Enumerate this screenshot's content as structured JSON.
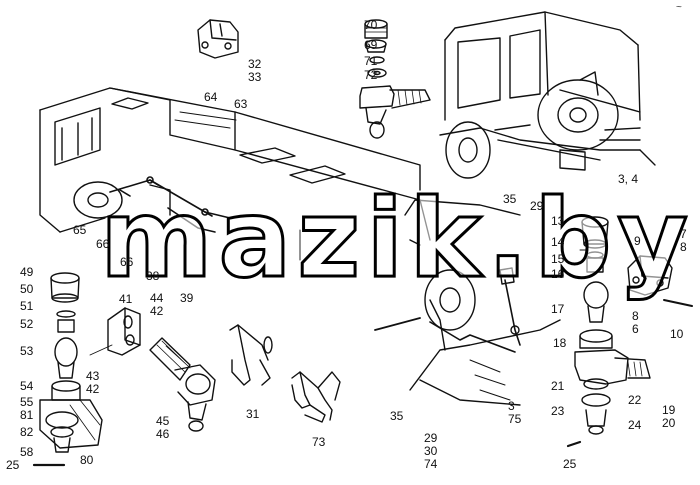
{
  "watermark": {
    "text": "mazik.by"
  },
  "top_right_mark": "~",
  "callouts": [
    {
      "id": "c70",
      "lines": [
        "70"
      ]
    },
    {
      "id": "c69",
      "lines": [
        "69"
      ]
    },
    {
      "id": "c71",
      "lines": [
        "71"
      ]
    },
    {
      "id": "c72",
      "lines": [
        "72"
      ]
    },
    {
      "id": "c32",
      "lines": [
        "32",
        "33"
      ]
    },
    {
      "id": "c64",
      "lines": [
        "64"
      ]
    },
    {
      "id": "c63",
      "lines": [
        "63"
      ]
    },
    {
      "id": "c34",
      "lines": [
        "3, 4"
      ]
    },
    {
      "id": "c65",
      "lines": [
        "65"
      ]
    },
    {
      "id": "c66a",
      "lines": [
        "66"
      ]
    },
    {
      "id": "c66b",
      "lines": [
        "66"
      ]
    },
    {
      "id": "c38",
      "lines": [
        "38"
      ]
    },
    {
      "id": "c39",
      "lines": [
        "39"
      ]
    },
    {
      "id": "c35a",
      "lines": [
        "35"
      ]
    },
    {
      "id": "c29a",
      "lines": [
        "29"
      ]
    },
    {
      "id": "c13",
      "lines": [
        "13"
      ]
    },
    {
      "id": "c14",
      "lines": [
        "14"
      ]
    },
    {
      "id": "c15",
      "lines": [
        "15"
      ]
    },
    {
      "id": "c16",
      "lines": [
        "16"
      ]
    },
    {
      "id": "c17",
      "lines": [
        "17"
      ]
    },
    {
      "id": "c9",
      "lines": [
        "9"
      ]
    },
    {
      "id": "c7",
      "lines": [
        "7",
        "8"
      ]
    },
    {
      "id": "c86",
      "lines": [
        "8",
        "6"
      ]
    },
    {
      "id": "c10",
      "lines": [
        "10"
      ]
    },
    {
      "id": "c49",
      "lines": [
        "49"
      ]
    },
    {
      "id": "c50",
      "lines": [
        "50"
      ]
    },
    {
      "id": "c51",
      "lines": [
        "51"
      ]
    },
    {
      "id": "c52",
      "lines": [
        "52"
      ]
    },
    {
      "id": "c53",
      "lines": [
        "53"
      ]
    },
    {
      "id": "c54",
      "lines": [
        "54"
      ]
    },
    {
      "id": "c55",
      "lines": [
        "55"
      ]
    },
    {
      "id": "c81",
      "lines": [
        "81"
      ]
    },
    {
      "id": "c82",
      "lines": [
        "82"
      ]
    },
    {
      "id": "c58",
      "lines": [
        "58"
      ]
    },
    {
      "id": "c25a",
      "lines": [
        "25"
      ]
    },
    {
      "id": "c80",
      "lines": [
        "80"
      ]
    },
    {
      "id": "c41",
      "lines": [
        "41"
      ]
    },
    {
      "id": "c44",
      "lines": [
        "44",
        "42"
      ]
    },
    {
      "id": "c43",
      "lines": [
        "43",
        "42"
      ]
    },
    {
      "id": "c45",
      "lines": [
        "45",
        "46"
      ]
    },
    {
      "id": "c31",
      "lines": [
        "31"
      ]
    },
    {
      "id": "c73",
      "lines": [
        "73"
      ]
    },
    {
      "id": "c35b",
      "lines": [
        "35"
      ]
    },
    {
      "id": "c375",
      "lines": [
        "3",
        "75"
      ]
    },
    {
      "id": "c293",
      "lines": [
        "29",
        "30",
        "74"
      ]
    },
    {
      "id": "c18",
      "lines": [
        "18"
      ]
    },
    {
      "id": "c21",
      "lines": [
        "21"
      ]
    },
    {
      "id": "c22",
      "lines": [
        "22"
      ]
    },
    {
      "id": "c23",
      "lines": [
        "23"
      ]
    },
    {
      "id": "c24",
      "lines": [
        "24"
      ]
    },
    {
      "id": "c1920",
      "lines": [
        "19",
        "20"
      ]
    },
    {
      "id": "c25b",
      "lines": [
        "25"
      ]
    }
  ]
}
